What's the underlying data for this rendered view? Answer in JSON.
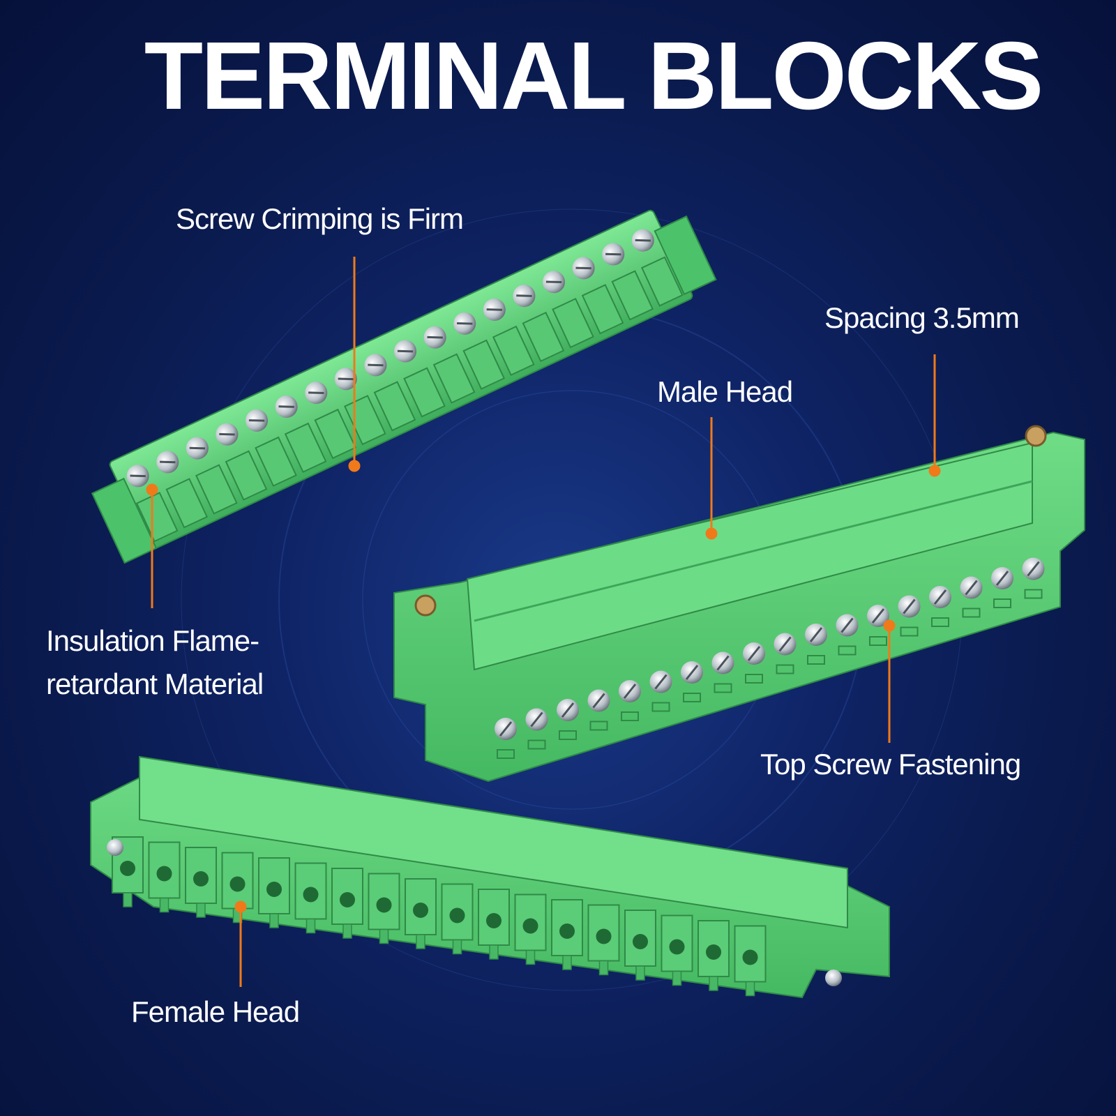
{
  "title": "TERMINAL BLOCKS",
  "labels": {
    "screw_crimping": "Screw Crimping is Firm",
    "spacing": "Spacing 3.5mm",
    "male_head": "Male Head",
    "insulation_line1": "Insulation Flame-",
    "insulation_line2": "retardant Material",
    "top_screw": "Top Screw Fastening",
    "female_head": "Female Head"
  },
  "colors": {
    "background": "#0a1a4d",
    "connector_green": "#5fd07a",
    "callout_orange": "#f07a1a",
    "text": "#ffffff"
  }
}
